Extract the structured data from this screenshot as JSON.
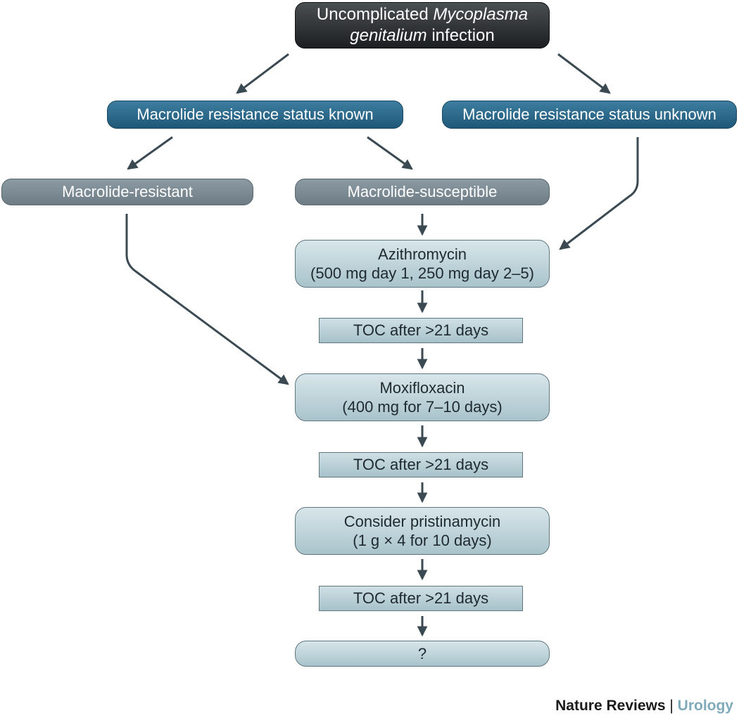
{
  "nodes": {
    "start": {
      "pre": "Uncomplicated ",
      "italic": "Mycoplasma",
      "italic2": "genitalium",
      "post": " infection"
    },
    "known": "Macrolide resistance status known",
    "unknown": "Macrolide resistance status unknown",
    "resistant": "Macrolide-resistant",
    "susceptible": "Macrolide-susceptible",
    "azithro": {
      "line1": "Azithromycin",
      "line2": "(500 mg day 1, 250 mg day 2–5)"
    },
    "toc1": "TOC after >21 days",
    "moxi": {
      "line1": "Moxifloxacin",
      "line2": "(400 mg for 7–10 days)"
    },
    "toc2": "TOC after >21 days",
    "prist": {
      "line1": "Consider pristinamycin",
      "line2": "(1 g × 4 for 10 days)"
    },
    "toc3": "TOC after >21 days",
    "final": "?"
  },
  "credit": {
    "journal": "Nature Reviews",
    "separator": " | ",
    "subject": "Urology"
  },
  "colors": {
    "start_fill": "#2a2e30",
    "known_fill": "#2b6a8c",
    "category_fill": "#7b8a93",
    "treatment_fill": "#bcd3da",
    "arrow": "#3b4a52",
    "subject_text": "#7faab9"
  }
}
